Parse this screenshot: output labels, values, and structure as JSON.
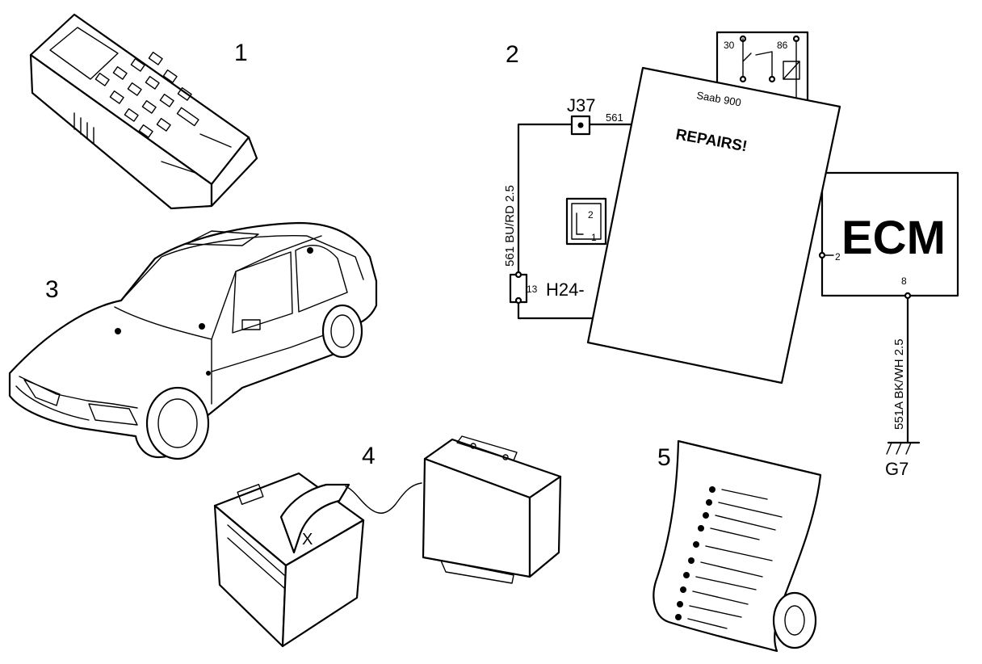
{
  "numbers": {
    "n1": "1",
    "n2": "2",
    "n3": "3",
    "n4": "4",
    "n5": "5"
  },
  "schematic": {
    "j37": "J37",
    "wire_561": "561",
    "wire_left": "561 BU/RD 2.5",
    "h24": "H24-",
    "pin13": "13",
    "relay_inner_2": "2",
    "relay_inner_1": "1",
    "relay_30": "30",
    "relay_86": "86",
    "ecm": "ECM",
    "ecm_pin2": "2",
    "ecm_pin8": "8",
    "wire_right": "551A BK/WH 2.5",
    "ground": "G7"
  },
  "manual": {
    "title": "Saab 900",
    "heading": "REPAIRS!"
  },
  "icons": [
    "diagnostic-tester-icon",
    "car-icon",
    "battery-icon",
    "control-module-icon",
    "checklist-scroll-icon"
  ]
}
